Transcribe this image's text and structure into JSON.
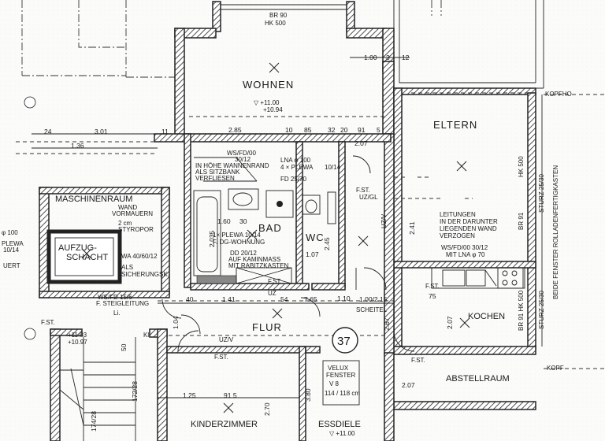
{
  "rooms": {
    "wohnen": "WOHNEN",
    "eltern": "ELTERN",
    "maschinenraum": "MASCHINENRAUM",
    "aufzug": "AUFZUG-",
    "schacht": "SCHACHT",
    "bad": "BAD",
    "wc": "WC",
    "flur": "FLUR",
    "kochen": "KOCHEN",
    "abstellraum": "ABSTELLRAUM",
    "kinderzimmer": "KINDERZIMMER",
    "essdiele": "ESSDIELE"
  },
  "sheet_number": "37",
  "levels": {
    "wohnen_a": "▽ +11.00",
    "wohnen_b": "+10.94",
    "stair_a": "+11.03",
    "stair_b": "+10.97",
    "essdiele_a": "▽ +11.00"
  },
  "notes": {
    "br90": "BR 90",
    "hk500": "HK 500",
    "kopfholz": "KOPFHO",
    "kopf2": "KOPF",
    "wsfd_a": "WS/FD/00",
    "wsfd_b": "30/12",
    "wanne_a": "IN HÖHE WANNENRAND",
    "wanne_b": "ALS SITZBANK",
    "wanne_c": "VERFLIESEN",
    "lna_a": "LNA φ 100",
    "lna_b": "4 × PLEWA",
    "fd": "FD 25/70",
    "plewa1014": "10/14",
    "wand_a": "WAND",
    "wand_b": "VORMAUERN",
    "wand_c": "2 cm",
    "wand_d": "STYROPOR",
    "plewa_dg_a": "1× PLEWA  10/14",
    "plewa_dg_b": "F. DG-WOHNUNG",
    "dd_a": "DD 20/12",
    "dd_b": "AUF KAMINMASS",
    "dd_c": "MIT RABITZKASTEN",
    "wa": "WA 40/60/12",
    "als_a": "ALS",
    "als_b": "SICHERUNGSK.",
    "ws156": "WS/FD 15/6",
    "steig": "F. STEIGLEITUNG",
    "leit_a": "LEITUNGEN",
    "leit_b": "IN DER DARUNTER",
    "leit_c": "LIEGENDEN WAND",
    "leit_d": "VERZOGEN",
    "ws_lna_a": "WS/FD/00  30/12",
    "ws_lna_b": "MIT LNA φ 70",
    "scheitel": "SCHEITEL",
    "velux_a": "VELUX",
    "velux_b": "FENSTER",
    "velux_c": "V 8",
    "velux_d": "114 / 118 cm",
    "br91_a": "BR 91",
    "br91_b": "BR 91  HK 500",
    "hk500v": "HK 500",
    "sturz_a": "STURZ 25/30",
    "sturz_b": "STURZ 25/30",
    "rollladen": "BEIDE FENSTER  ROLLADENFERTIGKASTEN",
    "phi100": "φ 100",
    "plewa_l": "PLEWA",
    "plewa_l2": "10/14",
    "uert": "UERT",
    "kl": "Kl.",
    "li": "Li.",
    "fst": "F.ST."
  },
  "dims": {
    "d100": "1.00",
    "d3": "3",
    "d12": "12",
    "d301": "3.01",
    "d136": "1.36",
    "d24": "24",
    "d11": "11",
    "d285": "2.85",
    "d10": "10",
    "d85": "85",
    "d32": "32",
    "d20": "20",
    "d91": "91",
    "d5": "5",
    "d207": "2.07",
    "d160": "1.60",
    "d30": "30",
    "d2035": "2.035",
    "d107": "1.07",
    "d245": "2.45",
    "d241": "2.41",
    "d141": "1.41",
    "d765": "7.65",
    "d54": "54",
    "d40": "40",
    "d75": "75",
    "d100215": "1.00/2.15",
    "d104": "1.04",
    "d125": "1.25",
    "d915": "91 5",
    "d270": "2.70",
    "d380": "3.80",
    "d267": "2.67",
    "d50": "50",
    "d174": "174/28",
    "d172": "172/28",
    "d110": "1.10"
  },
  "fixtures": {
    "uzgl": "UZ/GL",
    "uzv": "UZ/V",
    "uzv2": "UZ/V",
    "uz": "UZ"
  }
}
